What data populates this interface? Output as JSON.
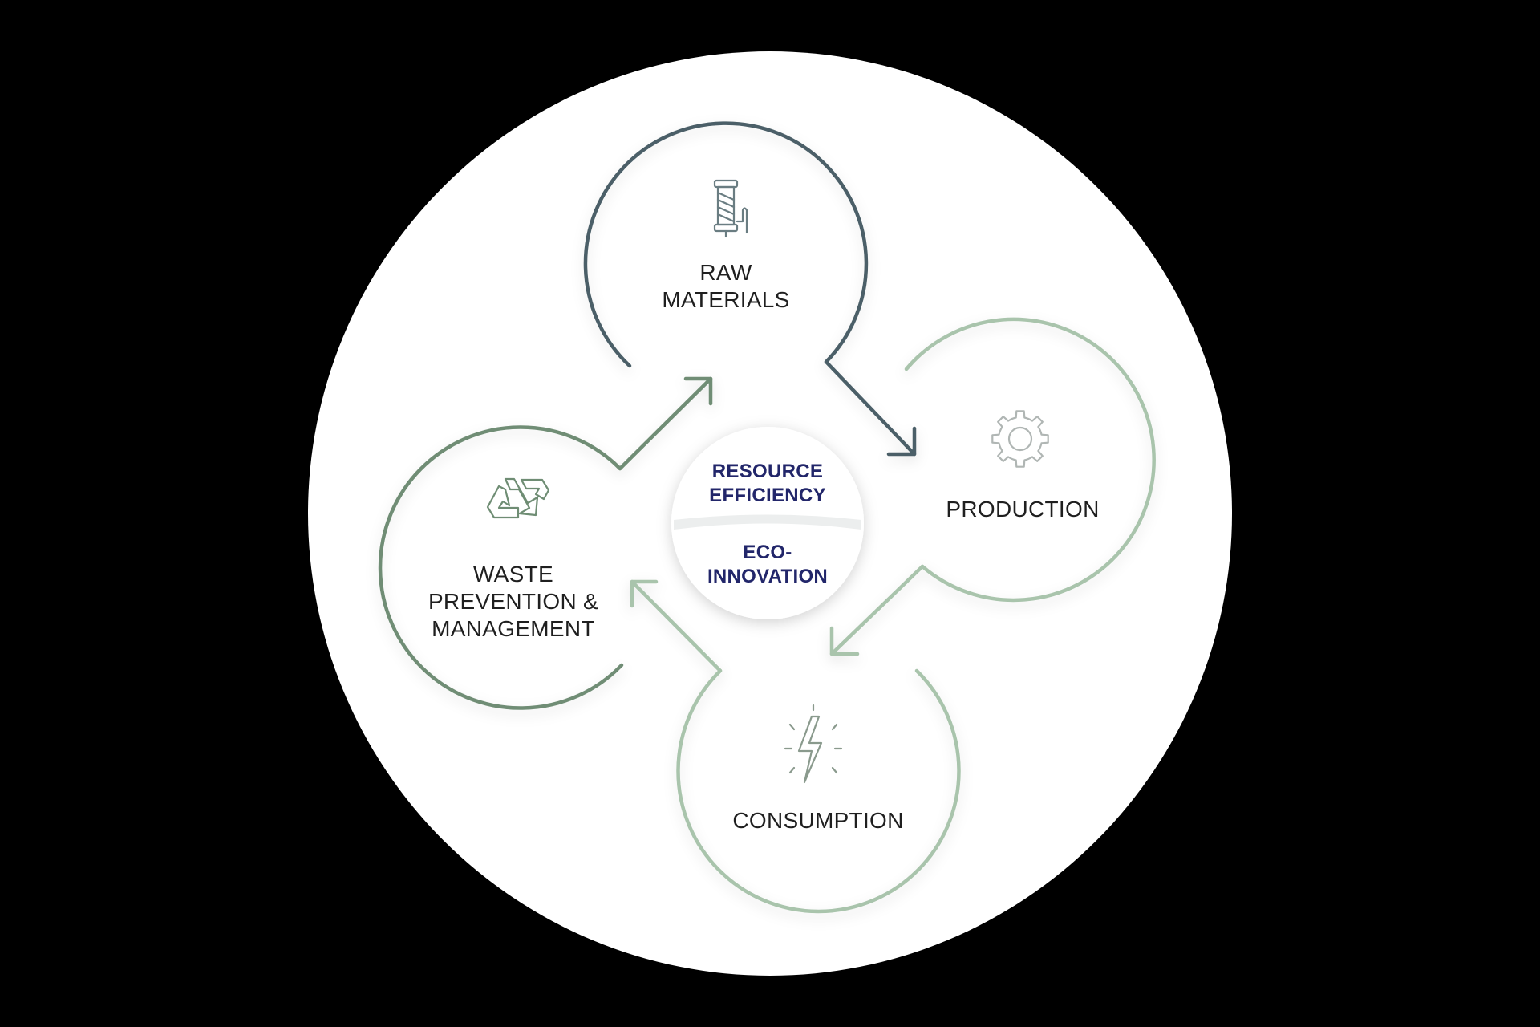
{
  "diagram": {
    "center": {
      "top_lines": [
        "RESOURCE",
        "EFFICIENCY"
      ],
      "bottom_lines": [
        "ECO-",
        "INNOVATION"
      ],
      "text_color": "#22266a"
    },
    "nodes": [
      {
        "id": "raw-materials",
        "lines": [
          "RAW",
          "MATERIALS"
        ],
        "icon": "thread-spool-icon",
        "color": "#4b5f67"
      },
      {
        "id": "production",
        "lines": [
          "PRODUCTION"
        ],
        "icon": "gear-icon",
        "color": "#a9c4ac"
      },
      {
        "id": "consumption",
        "lines": [
          "CONSUMPTION"
        ],
        "icon": "lightning-bolt-icon",
        "color": "#a9c4ac"
      },
      {
        "id": "waste",
        "lines": [
          "WASTE",
          "PREVENTION &",
          "MANAGEMENT"
        ],
        "icon": "recycle-icon",
        "color": "#6f8d74"
      }
    ],
    "colors": {
      "background": "#000000",
      "disc": "#ffffff",
      "arrow_dark": "#4b5f67",
      "arrow_light": "#a9c4ac",
      "arrow_mid": "#7d9a80"
    }
  }
}
